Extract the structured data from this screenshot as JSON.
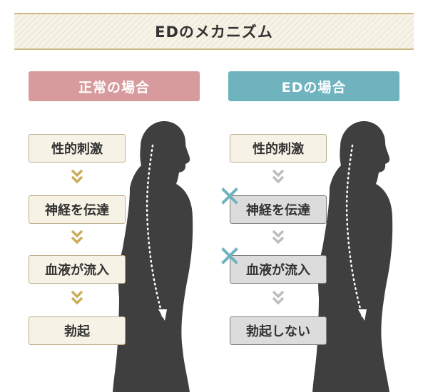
{
  "banner": {
    "title": "EDのメカニズム"
  },
  "normal": {
    "header": "正常の場合",
    "steps": [
      "性的刺激",
      "神経を伝達",
      "血液が流入",
      "勃起"
    ]
  },
  "ed": {
    "header": "EDの場合",
    "steps": [
      "性的刺激",
      "神経を伝達",
      "血液が流入",
      "勃起しない"
    ]
  },
  "icons": {
    "flow_arrow": "chevron-double-down-icon",
    "blocked": "cross-icon"
  },
  "colors": {
    "banner_border": "#cdb884",
    "banner_bg": "#f7f3e8",
    "normal_header": "#d79a9d",
    "ed_header": "#6fb3bf",
    "normal_step_bg": "#f6f2e5",
    "ed_step_bg": "#dcdcdc",
    "normal_chevron": "#c9ad5b",
    "ed_chevron": "#bdbdbd",
    "cross": "#6fb3bf",
    "silhouette": "#3f3f3f"
  }
}
